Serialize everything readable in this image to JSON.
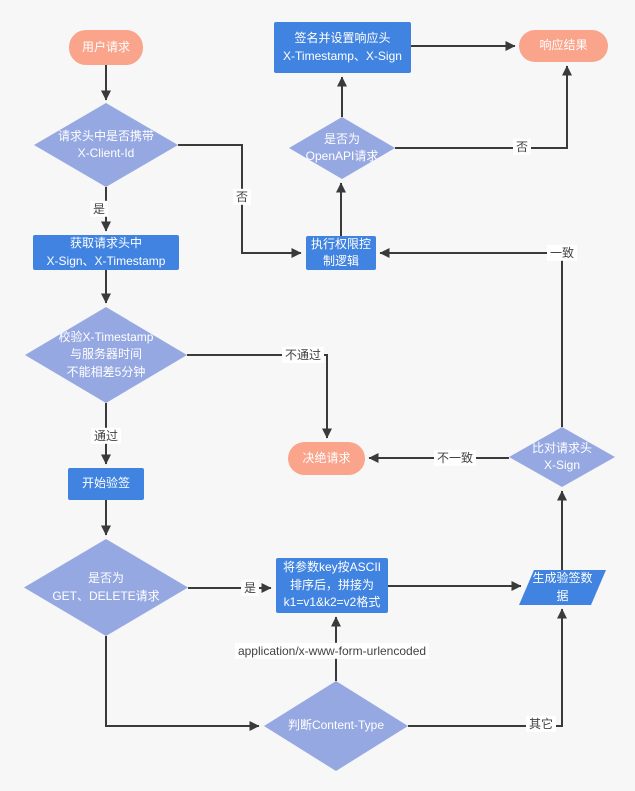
{
  "nodes": {
    "user_request": {
      "label": "用户请求",
      "shape": "terminal"
    },
    "sign_response": {
      "label": "签名并设置响应头\nX-Timestamp、X-Sign",
      "shape": "process"
    },
    "response_result": {
      "label": "响应结果",
      "shape": "terminal"
    },
    "has_client_id": {
      "label": "请求头中是否携带\nX-Client-Id",
      "shape": "decision"
    },
    "is_openapi": {
      "label": "是否为\nOpenAPI请求",
      "shape": "decision"
    },
    "get_headers": {
      "label": "获取请求头中\nX-Sign、X-Timestamp",
      "shape": "process"
    },
    "exec_permission": {
      "label": "执行权限控\n制逻辑",
      "shape": "process"
    },
    "check_timestamp": {
      "label": "校验X-Timestamp\n与服务器时间\n不能相差5分钟",
      "shape": "decision"
    },
    "reject_request": {
      "label": "决绝请求",
      "shape": "terminal"
    },
    "start_verify": {
      "label": "开始验签",
      "shape": "process"
    },
    "is_get_delete": {
      "label": "是否为\nGET、DELETE请求",
      "shape": "decision"
    },
    "sort_params": {
      "label": "将参数key按ASCII\n排序后，拼接为\nk1=v1&k2=v2格式",
      "shape": "process"
    },
    "gen_sign_data": {
      "label": "生成验签数\n据",
      "shape": "data"
    },
    "compare_sign": {
      "label": "比对请求头\nX-Sign",
      "shape": "decision"
    },
    "judge_content_type": {
      "label": "判断Content-Type",
      "shape": "decision"
    }
  },
  "edge_labels": {
    "yes_client_id": "是",
    "no_client_id": "否",
    "pass": "通过",
    "not_pass": "不通过",
    "yes_get_delete": "是",
    "no_openapi": "否",
    "match": "一致",
    "not_match": "不一致",
    "urlencoded": "application/x-www-form-urlencoded",
    "other": "其它"
  },
  "colors": {
    "background": "#f7f7f8",
    "terminal_fill": "#f9a48b",
    "process_fill": "#4183e0",
    "decision_fill": "#96a8e2",
    "line": "#3a3a3a",
    "node_text": "#ffffff",
    "label_text": "#424242"
  }
}
